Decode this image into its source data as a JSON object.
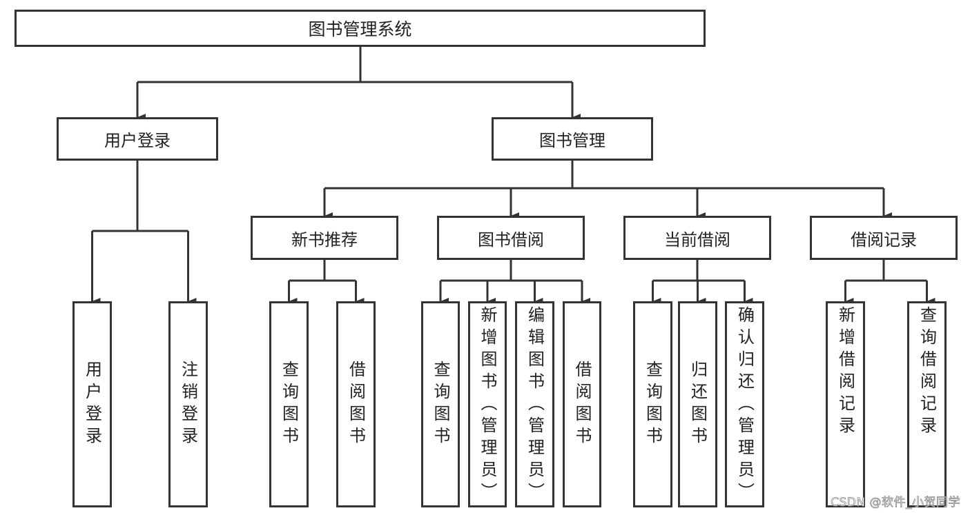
{
  "root": {
    "label": "图书管理系统",
    "children": [
      {
        "label": "用户登录",
        "children": [
          {
            "label": "用户登录"
          },
          {
            "label": "注销登录"
          }
        ]
      },
      {
        "label": "图书管理",
        "children": [
          {
            "label": "新书推荐",
            "children": [
              {
                "label": "查询图书"
              },
              {
                "label": "借阅图书"
              }
            ]
          },
          {
            "label": "图书借阅",
            "children": [
              {
                "label": "查询图书"
              },
              {
                "label": "新增图书（管理员）"
              },
              {
                "label": "编辑图书（管理员）"
              },
              {
                "label": "借阅图书"
              }
            ]
          },
          {
            "label": "当前借阅",
            "children": [
              {
                "label": "查询图书"
              },
              {
                "label": "归还图书"
              },
              {
                "label": "确认归还（管理员）"
              }
            ]
          },
          {
            "label": "借阅记录",
            "children": [
              {
                "label": "新增借阅记录"
              },
              {
                "label": "查询借阅记录"
              }
            ]
          }
        ]
      }
    ]
  },
  "watermark": "CSDN @软件_小贺同学",
  "colors": {
    "line": "#333333",
    "text": "#222222"
  }
}
